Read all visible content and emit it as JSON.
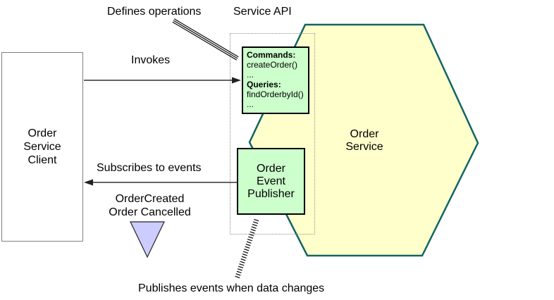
{
  "labels": {
    "defines_operations": "Defines operations",
    "service_api": "Service API",
    "invokes": "Invokes",
    "subscribes_to_events": "Subscribes to events",
    "events": "OrderCreated\nOrder Cancelled",
    "publishes_events": "Publishes events when data changes"
  },
  "nodes": {
    "client": {
      "label": "Order\nService\nClient"
    },
    "hexagon": {
      "label": "Order\nService"
    },
    "api_box": {
      "commands_title": "Commands:",
      "commands_item": "createOrder()",
      "commands_more": "...",
      "queries_title": "Queries:",
      "queries_item": "findOrderbyId()",
      "queries_more": "..."
    },
    "publisher": {
      "label": "Order\nEvent\nPublisher"
    }
  },
  "colors": {
    "hexagon_fill": "#FFFFCC",
    "hexagon_stroke": "#136464",
    "green_box_fill": "#CCFFCC",
    "green_box_stroke": "#000000",
    "triangle_fill": "#CCCCFF",
    "triangle_stroke": "#222222",
    "client_box_stroke": "#7F7F7F",
    "dotted_boundary": "#8C8C8C",
    "arrow_color": "#333333",
    "text_color": "#000000"
  }
}
